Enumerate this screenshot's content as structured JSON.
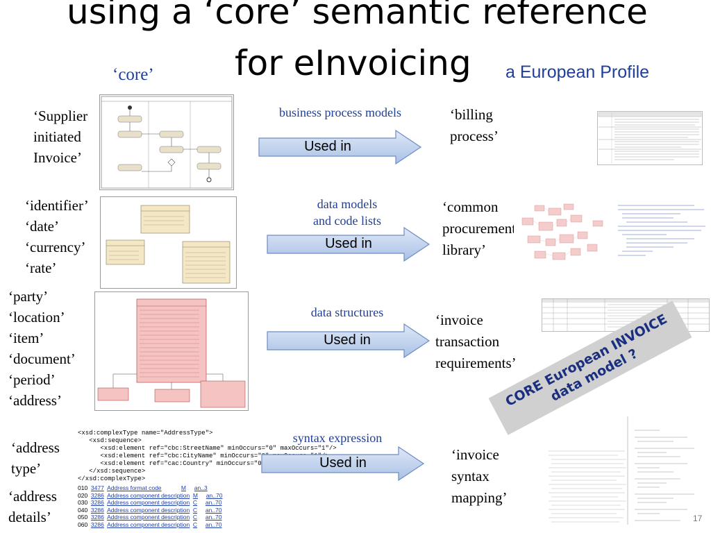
{
  "title": {
    "line1": "using a ‘core’ semantic reference",
    "line2": "for eInvoicing"
  },
  "header": {
    "core_label": "‘core’",
    "profile_label": "a European Profile"
  },
  "rows": [
    {
      "left": "‘Supplier\ninitiated\nInvoice’",
      "category": "business process models",
      "arrow": "Used in",
      "right": "‘billing\nprocess’"
    },
    {
      "left": "‘identifier’\n‘date’\n‘currency’\n‘rate’",
      "category": "data models\nand code lists",
      "arrow": "Used in",
      "right": "‘common\nprocurement\nlibrary’"
    },
    {
      "left": "‘party’\n‘location’\n‘item’\n‘document’\n‘period’\n‘address’",
      "category": "data structures",
      "arrow": "Used in",
      "right": "‘invoice\ntransaction\nrequirements’"
    },
    {
      "left": "‘address\ntype’",
      "category": "syntax expression",
      "arrow": "Used in",
      "right": "‘invoice\nsyntax\nmapping’"
    },
    {
      "left": "‘address\ndetails’"
    }
  ],
  "xsd_code": "<xsd:complexType name=\"AddressType\">\n   <xsd:sequence>\n      <xsd:element ref=\"cbc:StreetName\" minOccurs=\"0\" maxOccurs=\"1\"/>\n      <xsd:element ref=\"cbc:CityName\" minOccurs=\"0\" maxOccurs=\"1\"/>\n      <xsd:element ref=\"cac:Country\" minOccurs=\"0\" maxOccurs=\"1\"/>\n   </xsd:sequence>\n</xsd:complexType>",
  "address_details": [
    {
      "seq": "010",
      "code": "3477",
      "desc": "Address format code",
      "status": "M",
      "format": "an..3"
    },
    {
      "seq": "020",
      "code": "3286",
      "desc": "Address component description",
      "status": "M",
      "format": "an..70"
    },
    {
      "seq": "030",
      "code": "3286",
      "desc": "Address component description",
      "status": "C",
      "format": "an..70"
    },
    {
      "seq": "040",
      "code": "3286",
      "desc": "Address component description",
      "status": "C",
      "format": "an..70"
    },
    {
      "seq": "050",
      "code": "3286",
      "desc": "Address component description",
      "status": "C",
      "format": "an..70"
    },
    {
      "seq": "060",
      "code": "3286",
      "desc": "Address component description",
      "status": "C",
      "format": "an..70"
    }
  ],
  "banner": {
    "line1": "CORE European INVOICE",
    "line2": "data model ?"
  },
  "page_number": "17",
  "colors": {
    "arrow_fill": "#a9c1e6",
    "arrow_stroke": "#6d8cc4",
    "category_text": "#1f3f9a",
    "banner_fill": "#d0d0d0",
    "banner_text": "#1a2f80"
  }
}
